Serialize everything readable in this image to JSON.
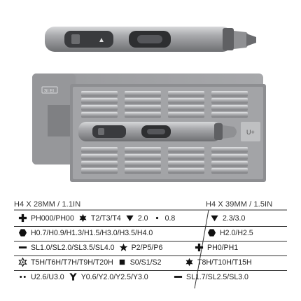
{
  "photo": {
    "accent": "#8e8f92",
    "case_logo": "SI EI"
  },
  "spec": {
    "left_header": "H4 X 28MM / 1.1IN",
    "right_header": "H4 X 39MM / 1.5IN",
    "rows": [
      {
        "left": [
          {
            "icon": "cross-icon",
            "text": "PH000/PH00"
          },
          {
            "icon": "six-point-star-icon",
            "text": "T2/T3/T4"
          },
          {
            "icon": "triangle-down-icon",
            "text": "2.0"
          },
          {
            "icon": "dot-icon",
            "text": "0.8"
          }
        ],
        "right": [
          {
            "icon": "triangle-down-icon",
            "text": "2.3/3.0"
          }
        ]
      },
      {
        "left": [
          {
            "icon": "hexagon-icon",
            "text": "H0.7/H0.9/H1.3/H1.5/H3.0/H3.5/H4.0"
          }
        ],
        "right": [
          {
            "icon": "hexagon-icon",
            "text": "H2.0/H2.5"
          }
        ]
      },
      {
        "left": [
          {
            "icon": "slot-icon",
            "text": "SL1.0/SL2.0/SL3.5/SL4.0"
          },
          {
            "icon": "five-point-star-icon",
            "text": "P2/P5/P6"
          }
        ],
        "right": [
          {
            "icon": "cross-icon",
            "text": "PH0/PH1"
          }
        ]
      },
      {
        "left": [
          {
            "icon": "hollow-star-icon",
            "text": "T5H/T6H/T7H/T9H/T20H"
          },
          {
            "icon": "square-icon",
            "text": "S0/S1/S2"
          }
        ],
        "right": [
          {
            "icon": "six-point-star-icon",
            "text": "T8H/T10H/T15H"
          }
        ]
      },
      {
        "left": [
          {
            "icon": "two-dot-icon",
            "text": "U2.6/U3.0"
          },
          {
            "icon": "y-icon",
            "text": "Y0.6/Y2.0/Y2.5/Y3.0"
          }
        ],
        "right": [
          {
            "icon": "slot-icon",
            "text": "SL1.7/SL2.5/SL3.0"
          }
        ]
      }
    ]
  }
}
